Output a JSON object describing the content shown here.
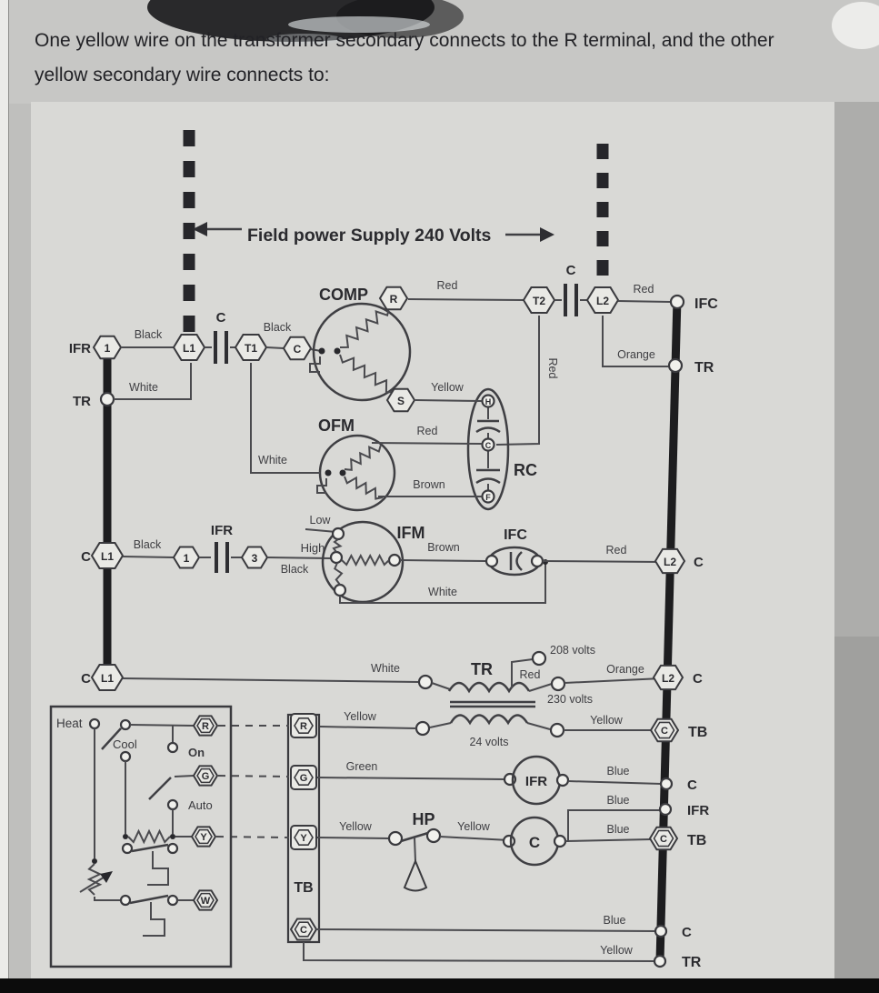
{
  "question": {
    "line1": "One yellow wire on the transformer secondary connects to the R terminal, and the other",
    "line2": "yellow secondary wire connects to:"
  },
  "labels": {
    "field_power": "Field power Supply 240 Volts",
    "comp": "COMP",
    "ofm": "OFM",
    "ifm": "IFM",
    "rc": "RC",
    "tr": "TR",
    "hp": "HP",
    "tb": "TB",
    "ifr": "IFR",
    "ifc": "IFC",
    "v208": "208 volts",
    "v230": "230 volts",
    "v24": "24 volts",
    "heat": "Heat",
    "cool": "Cool",
    "on": "On",
    "auto": "Auto",
    "low": "Low",
    "high": "High"
  },
  "terminals": {
    "l1": "L1",
    "t1": "T1",
    "t2": "T2",
    "l2": "L2",
    "r": "R",
    "c": "C",
    "s": "S",
    "n1": "1",
    "n3": "3",
    "g": "G",
    "y": "Y",
    "w": "W",
    "h": "H",
    "f": "F",
    "tr": "TR",
    "ifr": "IFR",
    "ifc": "IFC",
    "tb": "TB"
  },
  "wires": {
    "black": "Black",
    "white": "White",
    "red": "Red",
    "yellow": "Yellow",
    "brown": "Brown",
    "orange": "Orange",
    "green": "Green",
    "blue": "Blue"
  }
}
